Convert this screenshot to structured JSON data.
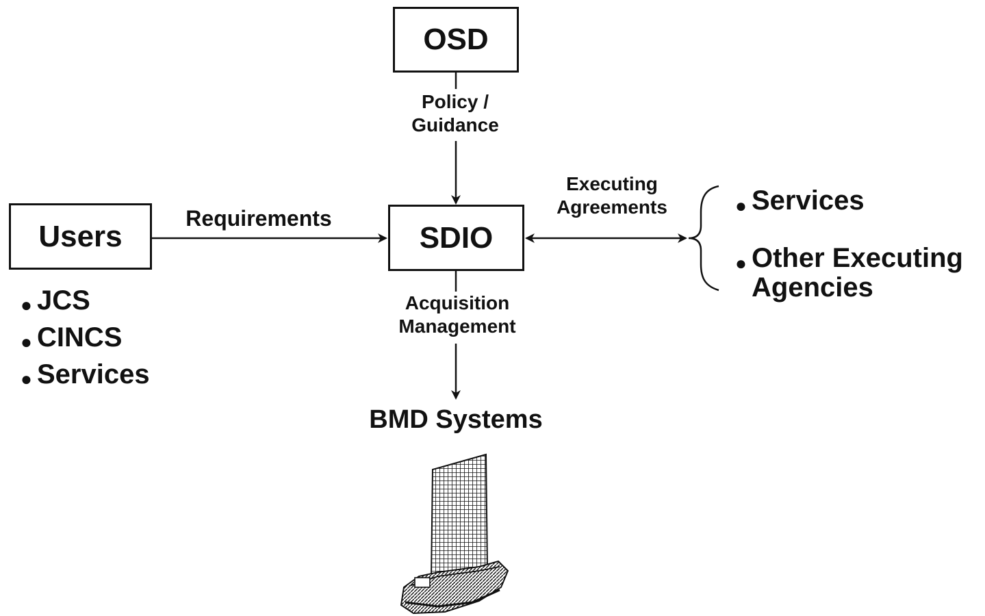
{
  "nodes": {
    "osd": "OSD",
    "sdio": "SDIO",
    "users": "Users"
  },
  "edges": {
    "policy_line1": "Policy /",
    "policy_line2": "Guidance",
    "requirements": "Requirements",
    "executing_line1": "Executing",
    "executing_line2": "Agreements",
    "acquisition_line1": "Acquisition",
    "acquisition_line2": "Management"
  },
  "users_list": [
    "JCS",
    "CINCS",
    "Services"
  ],
  "executing_list": [
    "Services",
    "Other Executing Agencies"
  ],
  "executing_list_wrap": [
    "Other Executing",
    "Agencies"
  ],
  "output": {
    "title": "BMD Systems",
    "illustration": "bmd-system-radar-illustration"
  },
  "colors": {
    "ink": "#111111",
    "background": "#ffffff"
  }
}
